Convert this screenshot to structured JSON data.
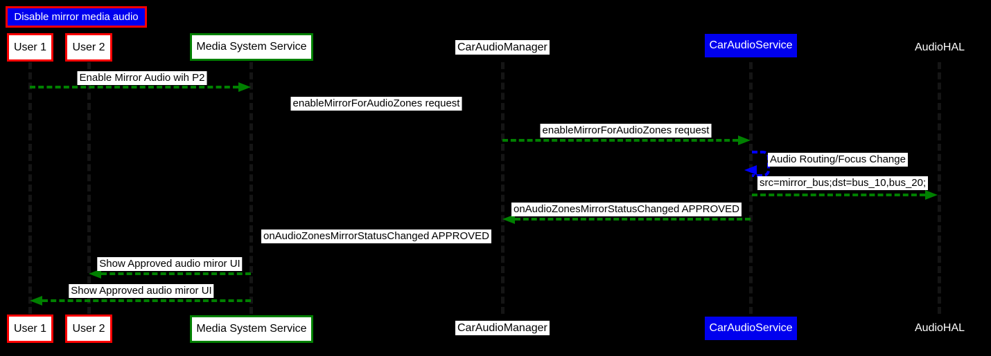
{
  "diagram": {
    "title": "Disable mirror media audio",
    "participants": [
      {
        "name": "User 1",
        "style": "red-box"
      },
      {
        "name": "User 2",
        "style": "red-box"
      },
      {
        "name": "Media System Service",
        "style": "green-box"
      },
      {
        "name": "CarAudioManager",
        "style": "white-strip"
      },
      {
        "name": "CarAudioService",
        "style": "blue-box"
      },
      {
        "name": "AudioHAL",
        "style": "plain-text"
      }
    ],
    "messages": [
      {
        "label": "Enable Mirror Audio wih P2",
        "from": "User 1",
        "to": "Media System Service",
        "arrow": "green-dashed-right"
      },
      {
        "label": "enableMirrorForAudioZones request",
        "from": "Media System Service",
        "to": "CarAudioManager",
        "arrow": "hidden"
      },
      {
        "label": "enableMirrorForAudioZones request",
        "from": "CarAudioManager",
        "to": "CarAudioService",
        "arrow": "green-dashed-right"
      },
      {
        "label": "Audio Routing/Focus Change",
        "from": "CarAudioService",
        "to": "CarAudioService",
        "arrow": "blue-dashed-self"
      },
      {
        "label": "src=mirror_bus;dst=bus_10,bus_20;",
        "from": "CarAudioService",
        "to": "AudioHAL",
        "arrow": "green-dashed-right"
      },
      {
        "label": "onAudioZonesMirrorStatusChanged APPROVED",
        "from": "CarAudioService",
        "to": "CarAudioManager",
        "arrow": "green-dashed-left"
      },
      {
        "label": "onAudioZonesMirrorStatusChanged APPROVED",
        "from": "CarAudioManager",
        "to": "Media System Service",
        "arrow": "hidden"
      },
      {
        "label": "Show Approved audio miror UI",
        "from": "Media System Service",
        "to": "User 2",
        "arrow": "green-dashed-left"
      },
      {
        "label": "Show Approved audio miror UI",
        "from": "Media System Service",
        "to": "User 1",
        "arrow": "green-dashed-left"
      }
    ],
    "colors": {
      "background": "#000000",
      "arrow_green": "#008000",
      "self_arrow_blue": "#0000ff",
      "red_border": "#ff0000",
      "green_border": "#008000",
      "blue_box_bg": "#0000ee",
      "title_bg": "#0000ee",
      "title_border": "#ff0000",
      "label_bg": "#ffffff",
      "label_text": "#000000"
    }
  }
}
